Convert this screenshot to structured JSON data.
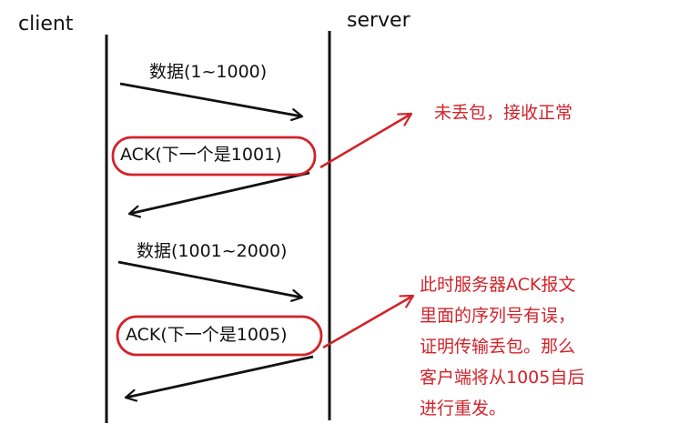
{
  "endpoints": {
    "client": "client",
    "server": "server"
  },
  "messages": {
    "data1": "数据(1~1000)",
    "ack1": "ACK(下一个是1001)",
    "data2": "数据(1001~2000)",
    "ack2": "ACK(下一个是1005)"
  },
  "notes": {
    "note1": "未丢包，接收正常",
    "note2": "此时服务器ACK报文\n里面的序列号有误，\n证明传输丢包。那么\n客户端将从1005自后\n进行重发。"
  },
  "colors": {
    "line": "#111111",
    "annotation": "#d2232a"
  }
}
